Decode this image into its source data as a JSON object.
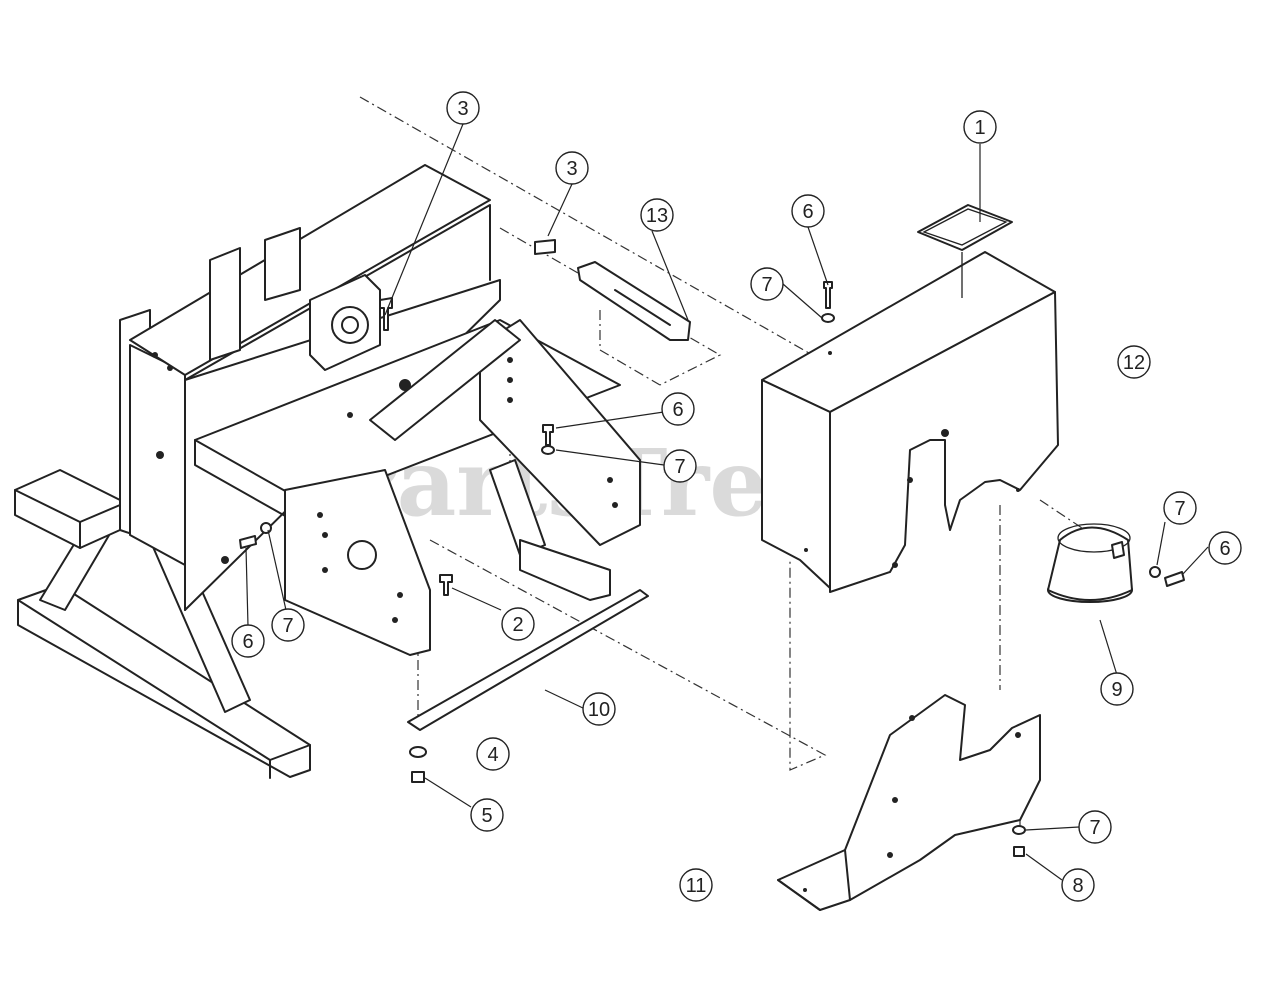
{
  "watermark": "PartsTree",
  "callouts": [
    {
      "id": "c1",
      "label": "1"
    },
    {
      "id": "c2",
      "label": "2"
    },
    {
      "id": "c3a",
      "label": "3"
    },
    {
      "id": "c3b",
      "label": "3"
    },
    {
      "id": "c4",
      "label": "4"
    },
    {
      "id": "c5",
      "label": "5"
    },
    {
      "id": "c6a",
      "label": "6"
    },
    {
      "id": "c6b",
      "label": "6"
    },
    {
      "id": "c6c",
      "label": "6"
    },
    {
      "id": "c6d",
      "label": "6"
    },
    {
      "id": "c7a",
      "label": "7"
    },
    {
      "id": "c7b",
      "label": "7"
    },
    {
      "id": "c7c",
      "label": "7"
    },
    {
      "id": "c7d",
      "label": "7"
    },
    {
      "id": "c7e",
      "label": "7"
    },
    {
      "id": "c8",
      "label": "8"
    },
    {
      "id": "c9",
      "label": "9"
    },
    {
      "id": "c10",
      "label": "10"
    },
    {
      "id": "c11",
      "label": "11"
    },
    {
      "id": "c12",
      "label": "12"
    },
    {
      "id": "c13",
      "label": "13"
    }
  ]
}
